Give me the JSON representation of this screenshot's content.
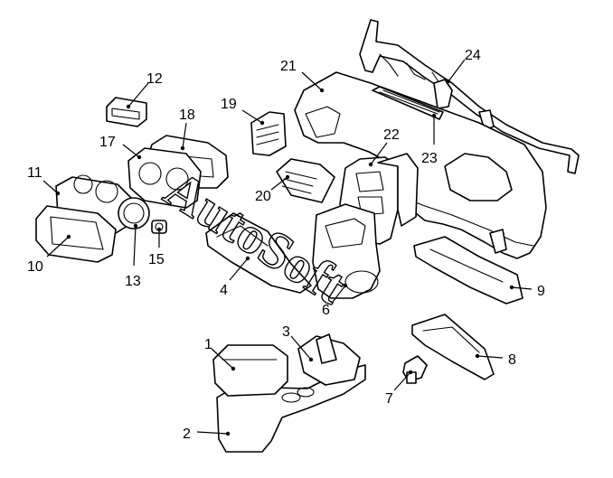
{
  "diagram": {
    "type": "exploded-parts-diagram",
    "watermark": "AutoSoft",
    "callouts": [
      {
        "id": "c1",
        "label": "1"
      },
      {
        "id": "c2",
        "label": "2"
      },
      {
        "id": "c3",
        "label": "3"
      },
      {
        "id": "c4",
        "label": "4"
      },
      {
        "id": "c6",
        "label": "6"
      },
      {
        "id": "c7",
        "label": "7"
      },
      {
        "id": "c8",
        "label": "8"
      },
      {
        "id": "c9",
        "label": "9"
      },
      {
        "id": "c10",
        "label": "10"
      },
      {
        "id": "c11",
        "label": "11"
      },
      {
        "id": "c12",
        "label": "12"
      },
      {
        "id": "c13",
        "label": "13"
      },
      {
        "id": "c15",
        "label": "15"
      },
      {
        "id": "c17",
        "label": "17"
      },
      {
        "id": "c18",
        "label": "18"
      },
      {
        "id": "c19",
        "label": "19"
      },
      {
        "id": "c20",
        "label": "20"
      },
      {
        "id": "c21",
        "label": "21"
      },
      {
        "id": "c22",
        "label": "22"
      },
      {
        "id": "c23",
        "label": "23"
      },
      {
        "id": "c24",
        "label": "24"
      }
    ]
  }
}
